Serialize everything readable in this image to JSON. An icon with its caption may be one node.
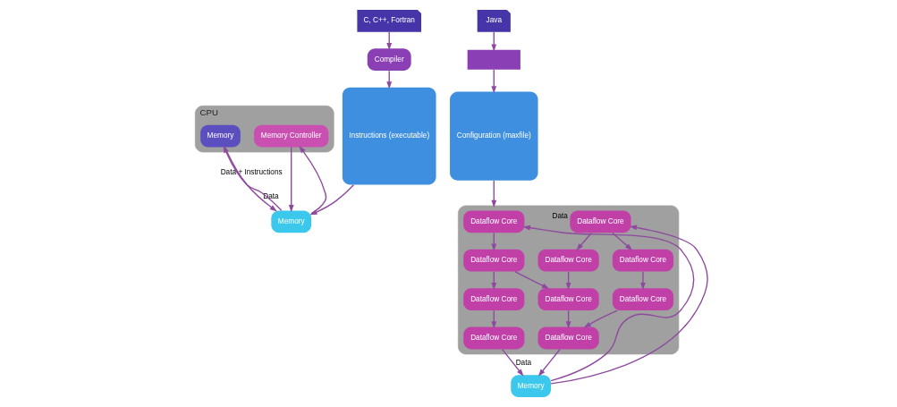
{
  "diagram": {
    "nodes": [
      {
        "text": [
          "CPU"
        ]
      },
      {
        "text": [
          "Memory"
        ],
        "in": 0
      },
      {
        "text": [
          "Memory Controller"
        ],
        "in": 0
      },
      {
        "text": [
          "Memory"
        ]
      },
      {
        "text": [
          "C, C++, Fortran"
        ]
      },
      {
        "text": [
          "Compiler"
        ]
      },
      {
        "text": [
          "Instructions (executable)"
        ]
      },
      {
        "text": [
          "Java"
        ]
      },
      {
        "text": [],
        "shape": "box"
      },
      {
        "text": [
          "Configuration (maxfile)"
        ]
      },
      {
        "text": [],
        "shape": "box"
      },
      {
        "text": [
          "Dataflow Core"
        ],
        "in": 10
      },
      {
        "text": [
          "Dataflow Core"
        ],
        "in": 10
      },
      {
        "text": [
          "Dataflow Core"
        ],
        "in": 10
      },
      {
        "text": [
          "Dataflow Core"
        ],
        "in": 10
      },
      {
        "text": [
          "Dataflow Core"
        ],
        "in": 10
      },
      {
        "text": [
          "Dataflow Core"
        ],
        "in": 10
      },
      {
        "text": [
          "Dataflow Core"
        ],
        "in": 10
      },
      {
        "text": [
          "Dataflow Core"
        ],
        "in": 10
      },
      {
        "text": [
          "Dataflow Core"
        ],
        "in": 10
      },
      {
        "text": [
          "Dataflow Core"
        ],
        "in": 10
      },
      {
        "text": [
          "Memory"
        ]
      }
    ],
    "edges": [
      {
        "from": 3,
        "to": 1,
        "arrow": "to",
        "label": "Data + Instructions"
      },
      {
        "from": 3,
        "to": 2,
        "arrow": "to"
      },
      {
        "from": 2,
        "to": 3,
        "arrow": "to"
      },
      {
        "from": 1,
        "to": 3,
        "arrow": "to",
        "label": "Data"
      },
      {
        "from": 6,
        "to": 3,
        "arrow": "to"
      },
      {
        "from": 4,
        "to": 5,
        "arrow": "to"
      },
      {
        "from": 5,
        "to": 6,
        "arrow": "to"
      },
      {
        "from": 7,
        "to": 8,
        "arrow": "to"
      },
      {
        "from": 8,
        "to": 9,
        "arrow": "to"
      },
      {
        "from": 9,
        "to": 10,
        "arrow": "to"
      },
      {
        "from": 21,
        "to": 11,
        "arrow": "to",
        "label": "Data"
      },
      {
        "from": 21,
        "to": 12,
        "arrow": "to"
      },
      {
        "from": 11,
        "to": 13,
        "arrow": "to"
      },
      {
        "from": 13,
        "to": 16,
        "arrow": "to"
      },
      {
        "from": 16,
        "to": 19,
        "arrow": "to"
      },
      {
        "from": 13,
        "to": 17,
        "arrow": "to"
      },
      {
        "from": 12,
        "to": 14,
        "arrow": "to"
      },
      {
        "from": 12,
        "to": 15,
        "arrow": "to"
      },
      {
        "from": 14,
        "to": 17,
        "arrow": "to"
      },
      {
        "from": 15,
        "to": 18,
        "arrow": "to"
      },
      {
        "from": 18,
        "to": 20,
        "arrow": "to"
      },
      {
        "from": 17,
        "to": 20,
        "arrow": "to"
      },
      {
        "from": 19,
        "to": 21,
        "arrow": "to",
        "label": "Data"
      },
      {
        "from": 20,
        "to": 21,
        "arrow": "to"
      }
    ]
  }
}
